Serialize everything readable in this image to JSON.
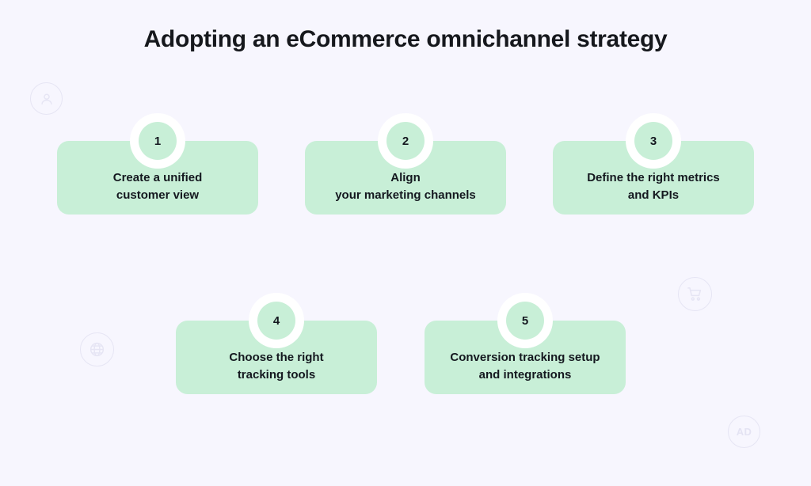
{
  "page": {
    "background_color": "#f7f6fe",
    "title": "Adopting an eCommerce omnichannel strategy"
  },
  "theme": {
    "card_color": "#c8efd7",
    "badge_ring_color": "#ffffff",
    "text_color": "#14181f",
    "decoration_color": "#e6e5f4"
  },
  "steps": [
    {
      "number": "1",
      "label": "Create a unified\ncustomer view"
    },
    {
      "number": "2",
      "label": "Align\nyour marketing channels"
    },
    {
      "number": "3",
      "label": "Define the right metrics\nand KPIs"
    },
    {
      "number": "4",
      "label": "Choose the right\ntracking tools"
    },
    {
      "number": "5",
      "label": "Conversion tracking setup\nand integrations"
    }
  ],
  "decorations": [
    {
      "icon": "user-icon"
    },
    {
      "icon": "shopping-cart-icon"
    },
    {
      "icon": "globe-icon"
    },
    {
      "icon": "ad-badge-icon",
      "text": "AD"
    }
  ]
}
